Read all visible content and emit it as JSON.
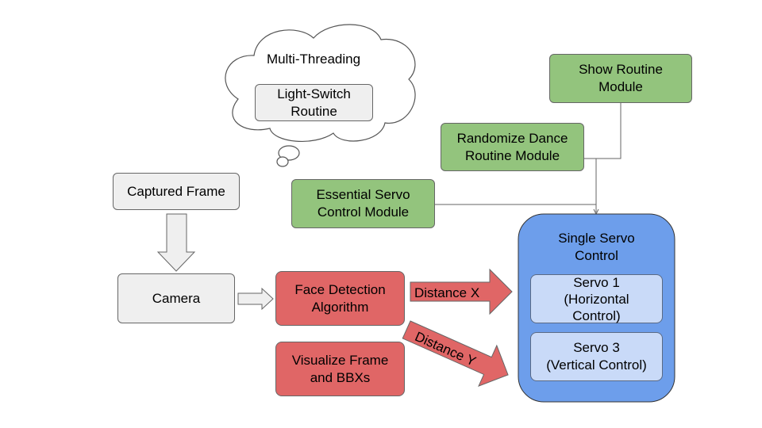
{
  "cloud": {
    "title": "Multi-Threading",
    "routine_label": "Light-Switch\nRoutine"
  },
  "nodes": {
    "captured_frame": "Captured Frame",
    "camera": "Camera",
    "face_detection": "Face Detection\nAlgorithm",
    "visualize_frame": "Visualize Frame\nand BBXs",
    "show_routine": "Show Routine\nModule",
    "randomize_dance": "Randomize Dance\nRoutine Module",
    "essential_servo": "Essential Servo\nControl Module",
    "single_servo": {
      "title": "Single Servo\nControl",
      "servo1": "Servo 1\n(Horizontal\nControl)",
      "servo3": "Servo 3\n(Vertical Control)"
    }
  },
  "arrows": {
    "distance_x": "Distance X",
    "distance_y": "Distance Y"
  },
  "colors": {
    "gray": "#efefef",
    "green": "#93c47d",
    "red": "#e06666",
    "blue": "#6d9eeb",
    "light_blue": "#c9daf8"
  }
}
